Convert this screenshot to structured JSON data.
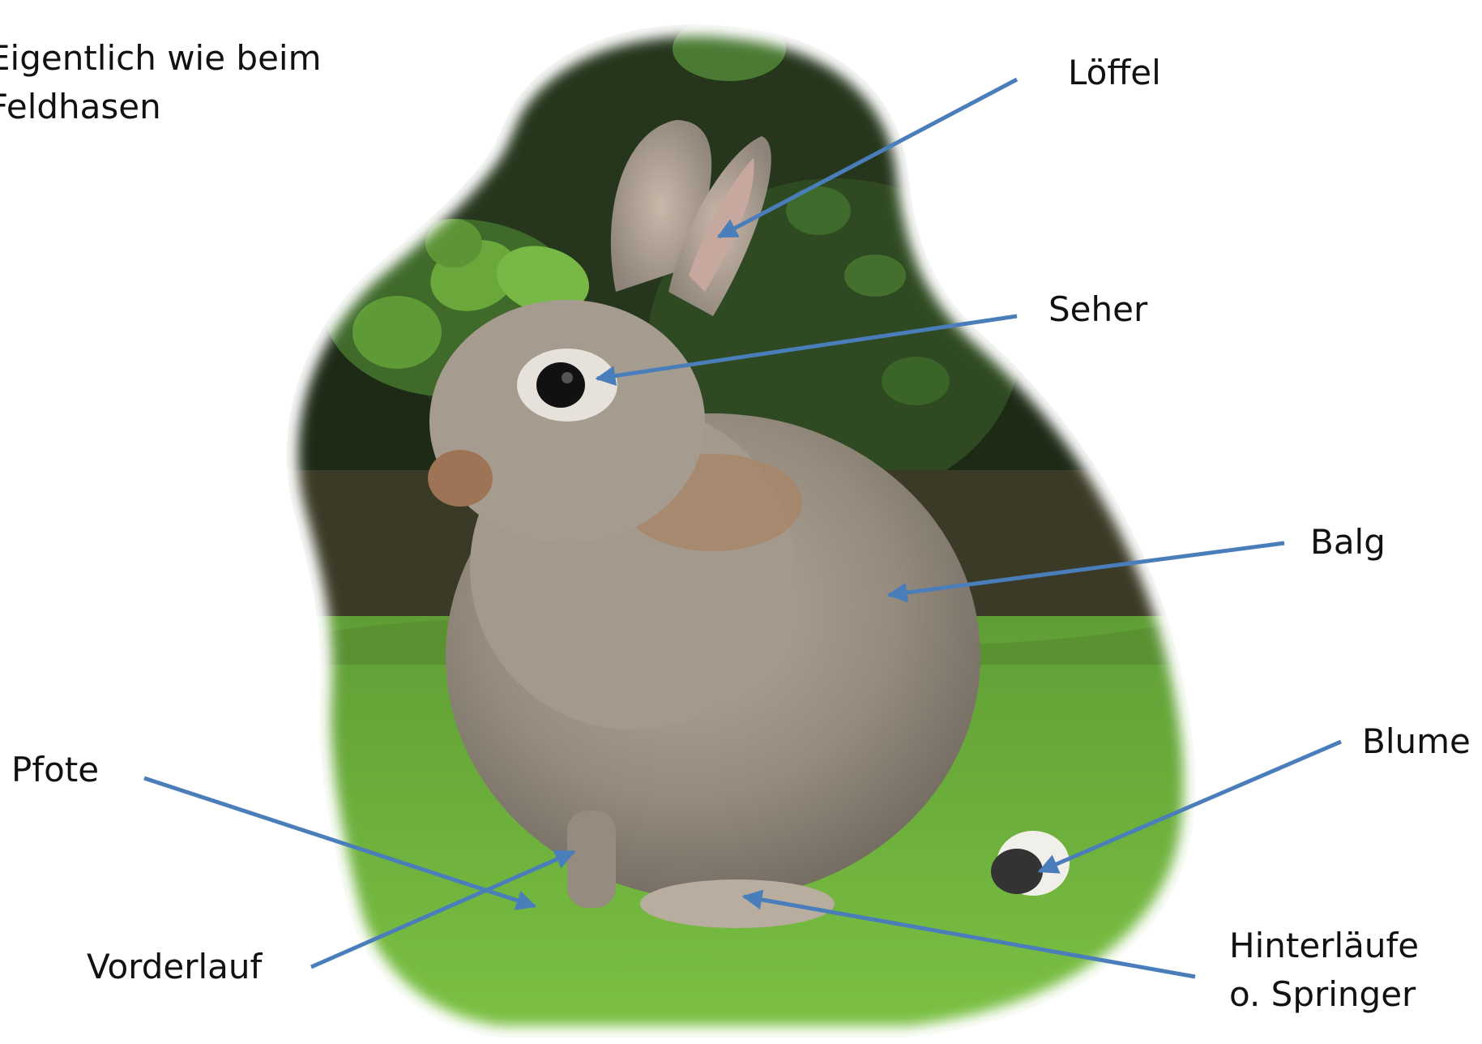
{
  "intro": {
    "line1": "Eigentlich wie beim",
    "line2": "Feldhasen"
  },
  "labels": {
    "loeffel": "Löffel",
    "seher": "Seher",
    "balg": "Balg",
    "blume": "Blume",
    "pfote": "Pfote",
    "vorderlauf": "Vorderlauf",
    "hinterlaeufe_line1": "Hinterläufe",
    "hinterlaeufe_line2": "o. Springer"
  },
  "colors": {
    "arrow": "#4a7ebb",
    "grass": "#6fb23c",
    "foliage": "#2f4a22",
    "fur": "#9b9184"
  }
}
